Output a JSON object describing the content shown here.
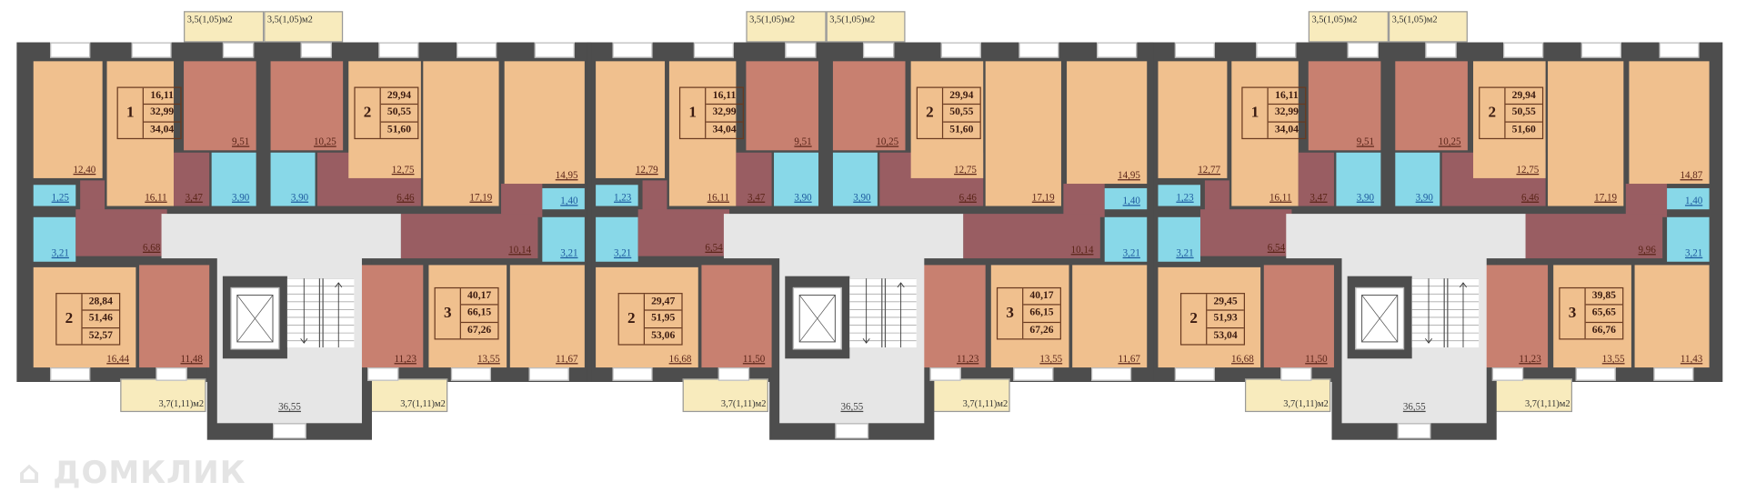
{
  "watermark": "ДОМКЛИК",
  "colors": {
    "wall": "#4d4d4d",
    "room": "#f0c08e",
    "kitchen": "#c88070",
    "hall": "#995d62",
    "bathroom": "#88d8e8",
    "stairwell": "#e6e6e6",
    "balcony": "#f8ebbd"
  },
  "sections": [
    {
      "rooms": [
        "12,40",
        "1,25",
        "16,11",
        "9,51",
        "3,47",
        "3,90",
        "10,25",
        "3,90",
        "6,46",
        "12,75",
        "17,19",
        "14,95",
        "1,40",
        "10,14",
        "3,21",
        "3,21",
        "6,68",
        "16,44",
        "11,48",
        "11,23",
        "13,55",
        "11,67",
        "36,55"
      ],
      "apartments": [
        {
          "rooms": "1",
          "areas": [
            "16,11",
            "32,99",
            "34,04"
          ]
        },
        {
          "rooms": "2",
          "areas": [
            "29,94",
            "50,55",
            "51,60"
          ]
        },
        {
          "rooms": "2",
          "areas": [
            "28,84",
            "51,46",
            "52,57"
          ]
        },
        {
          "rooms": "3",
          "areas": [
            "40,17",
            "66,15",
            "67,26"
          ]
        }
      ],
      "balconies_top": [
        "3,5(1,05)м2",
        "3,5(1,05)м2"
      ],
      "balconies_bottom": [
        "3,7(1,11)м2",
        "3,7(1,11)м2"
      ]
    },
    {
      "rooms": [
        "12,79",
        "1,23",
        "16,11",
        "9,51",
        "3,47",
        "3,90",
        "10,25",
        "3,90",
        "6,46",
        "12,75",
        "17,19",
        "14,95",
        "1,40",
        "10,14",
        "3,21",
        "3,21",
        "6,54",
        "16,68",
        "11,50",
        "11,23",
        "13,55",
        "11,67",
        "36,55"
      ],
      "apartments": [
        {
          "rooms": "1",
          "areas": [
            "16,11",
            "32,99",
            "34,04"
          ]
        },
        {
          "rooms": "2",
          "areas": [
            "29,94",
            "50,55",
            "51,60"
          ]
        },
        {
          "rooms": "2",
          "areas": [
            "29,47",
            "51,95",
            "53,06"
          ]
        },
        {
          "rooms": "3",
          "areas": [
            "40,17",
            "66,15",
            "67,26"
          ]
        }
      ],
      "balconies_top": [
        "3,5(1,05)м2",
        "3,5(1,05)м2"
      ],
      "balconies_bottom": [
        "3,7(1,11)м2",
        "3,7(1,11)м2"
      ]
    },
    {
      "rooms": [
        "12,77",
        "1,23",
        "16,11",
        "9,51",
        "3,47",
        "3,90",
        "10,25",
        "3,90",
        "6,46",
        "12,75",
        "17,19",
        "14,87",
        "1,40",
        "9,96",
        "3,21",
        "3,21",
        "6,54",
        "16,68",
        "11,50",
        "11,23",
        "13,55",
        "11,43",
        "36,55"
      ],
      "apartments": [
        {
          "rooms": "1",
          "areas": [
            "16,11",
            "32,99",
            "34,04"
          ]
        },
        {
          "rooms": "2",
          "areas": [
            "29,94",
            "50,55",
            "51,60"
          ]
        },
        {
          "rooms": "2",
          "areas": [
            "29,45",
            "51,93",
            "53,04"
          ]
        },
        {
          "rooms": "3",
          "areas": [
            "39,85",
            "65,65",
            "66,76"
          ]
        }
      ],
      "balconies_top": [
        "3,5(1,05)м2",
        "3,5(1,05)м2"
      ],
      "balconies_bottom": [
        "3,7(1,11)м2",
        "3,7(1,11)м2"
      ]
    }
  ]
}
